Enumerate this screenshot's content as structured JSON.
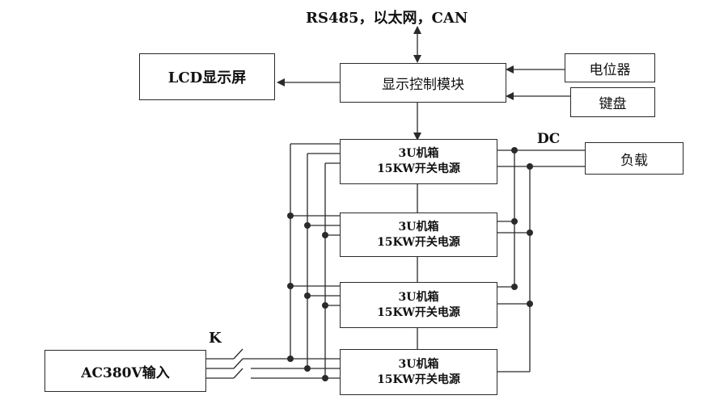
{
  "comm_label": "RS485，以太网，CAN",
  "lcd_label": "LCD显示屏",
  "controller_label": "显示控制模块",
  "potentiometer_label": "电位器",
  "keyboard_label": "键盘",
  "dc_label": "DC",
  "load_label": "负载",
  "switch_label": "K",
  "input_label": "AC380V输入",
  "psu_units": [
    {
      "line1": "3U机箱",
      "line2": "15KW开关电源"
    },
    {
      "line1": "3U机箱",
      "line2": "15KW开关电源"
    },
    {
      "line1": "3U机箱",
      "line2": "15KW开关电源"
    },
    {
      "line1": "3U机箱",
      "line2": "15KW开关电源"
    }
  ],
  "colors": {
    "line": "#2a2a2a",
    "text": "#111111"
  }
}
